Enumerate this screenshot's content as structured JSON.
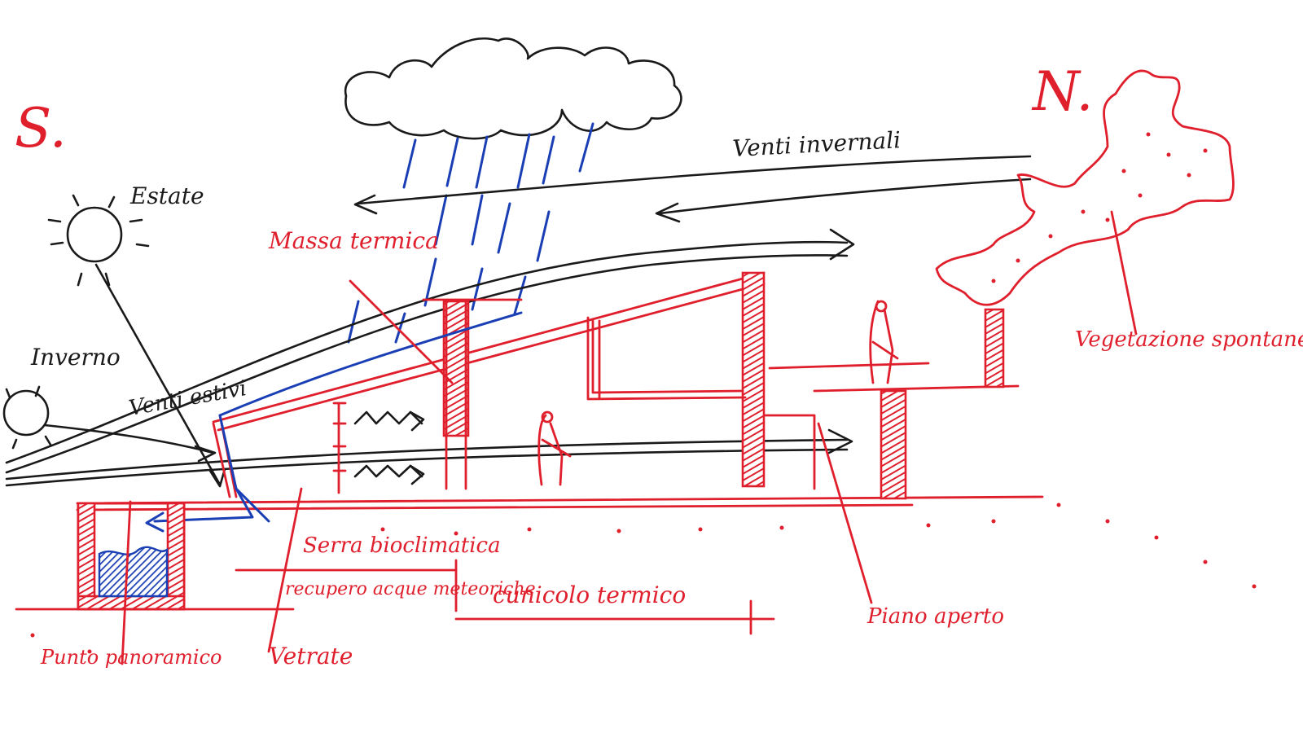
{
  "labels": {
    "south": "S.",
    "north": "N.",
    "sun_summer": "Estate",
    "sun_winter": "Inverno",
    "winter_winds": "Venti invernali",
    "summer_winds": "Venti estivi",
    "thermal_mass": "Massa termica",
    "spontaneous_vegetation": "Vegetazione spontanea",
    "solar_chimney": "Serra bioclimatica",
    "rainwater_recovery": "recupero acque meteoriche",
    "thermal_tunnel": "cunicolo termico",
    "glazing": "Vetrate",
    "panoramic_point": "Punto panoramico",
    "open_plan": "Piano aperto"
  },
  "colors": {
    "red_ink": "#e01f2d",
    "black_ink": "#1a1a1a",
    "blue_ink": "#1a3fb5",
    "paper": "#ffffff"
  }
}
